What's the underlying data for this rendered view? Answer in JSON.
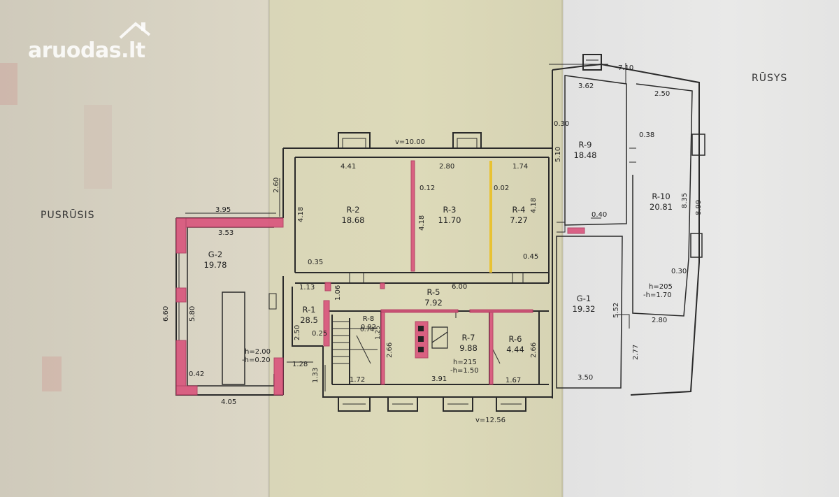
{
  "watermark": {
    "text": "aruodas.lt"
  },
  "sections": {
    "left": "PUSRŪSIS",
    "right": "RŪSYS"
  },
  "rooms": [
    {
      "id": "G-2",
      "area": "19.78"
    },
    {
      "id": "R-2",
      "area": "18.68"
    },
    {
      "id": "R-3",
      "area": "11.70"
    },
    {
      "id": "R-4",
      "area": "7.27"
    },
    {
      "id": "R-5",
      "area": "7.92"
    },
    {
      "id": "R-1",
      "area": "28.5"
    },
    {
      "id": "R-8",
      "area": "0.92"
    },
    {
      "id": "R-7",
      "area": "9.88"
    },
    {
      "id": "R-6",
      "area": "4.44"
    },
    {
      "id": "R-9",
      "area": "18.48"
    },
    {
      "id": "R-10",
      "area": "20.81"
    },
    {
      "id": "G-1",
      "area": "19.32"
    }
  ],
  "heights": {
    "g2": [
      "h=2.00",
      "-h=0.20"
    ],
    "r7": [
      "h=215",
      "-h=1.50"
    ],
    "r10": [
      "h=205",
      "-h=1.70"
    ]
  },
  "dims": {
    "top_width": "v=10.00",
    "bottom_width": "v=12.56",
    "basement_top": "7.10",
    "g2_top_outer": "3.95",
    "g2_top_inner": "3.53",
    "g2_bottom": "4.05",
    "g2_left_outer": "6.60",
    "g2_left_inner": "5.80",
    "g2_corner": "0.42",
    "wall_260": "2.60",
    "r2_top": "4.41",
    "r2_side": "4.18",
    "r2_corner": "0.35",
    "r3_top": "2.80",
    "r3_wall": "0.12",
    "r3_side": "4.18",
    "r4_top": "1.74",
    "r4_wall": "0.02",
    "r4_side": "4.18",
    "r4_corner": "0.45",
    "r5_len": "6.00",
    "r1_top": "1.13",
    "r1_wall": "1.06",
    "r1_side": "2.50",
    "r1_corner": "0.25",
    "r8_top": "0.74",
    "r8_side": "1.25",
    "stair_bottom": "1.72",
    "stair_side": "1.33",
    "step_128": "1.28",
    "r7_side": "2.66",
    "r7_bottom": "3.91",
    "r6_side": "2.66",
    "r6_bottom": "1.67",
    "r9_top": "3.62",
    "r9_side": "5.10",
    "r9_wall": "0.30",
    "r9_corner": "0.40",
    "r10_top": "2.50",
    "r10_wall": "0.38",
    "r10_side_inner": "8.35",
    "r10_side_outer": "8.99",
    "r10_corner": "0.30",
    "r10_bottom": "2.80",
    "g1_side": "5.52",
    "g1_bottom": "3.50",
    "g1_out": "2.77"
  },
  "colors": {
    "wall": "#2a2a2a",
    "pink": "#d9547c",
    "yellow": "#e8c233"
  }
}
